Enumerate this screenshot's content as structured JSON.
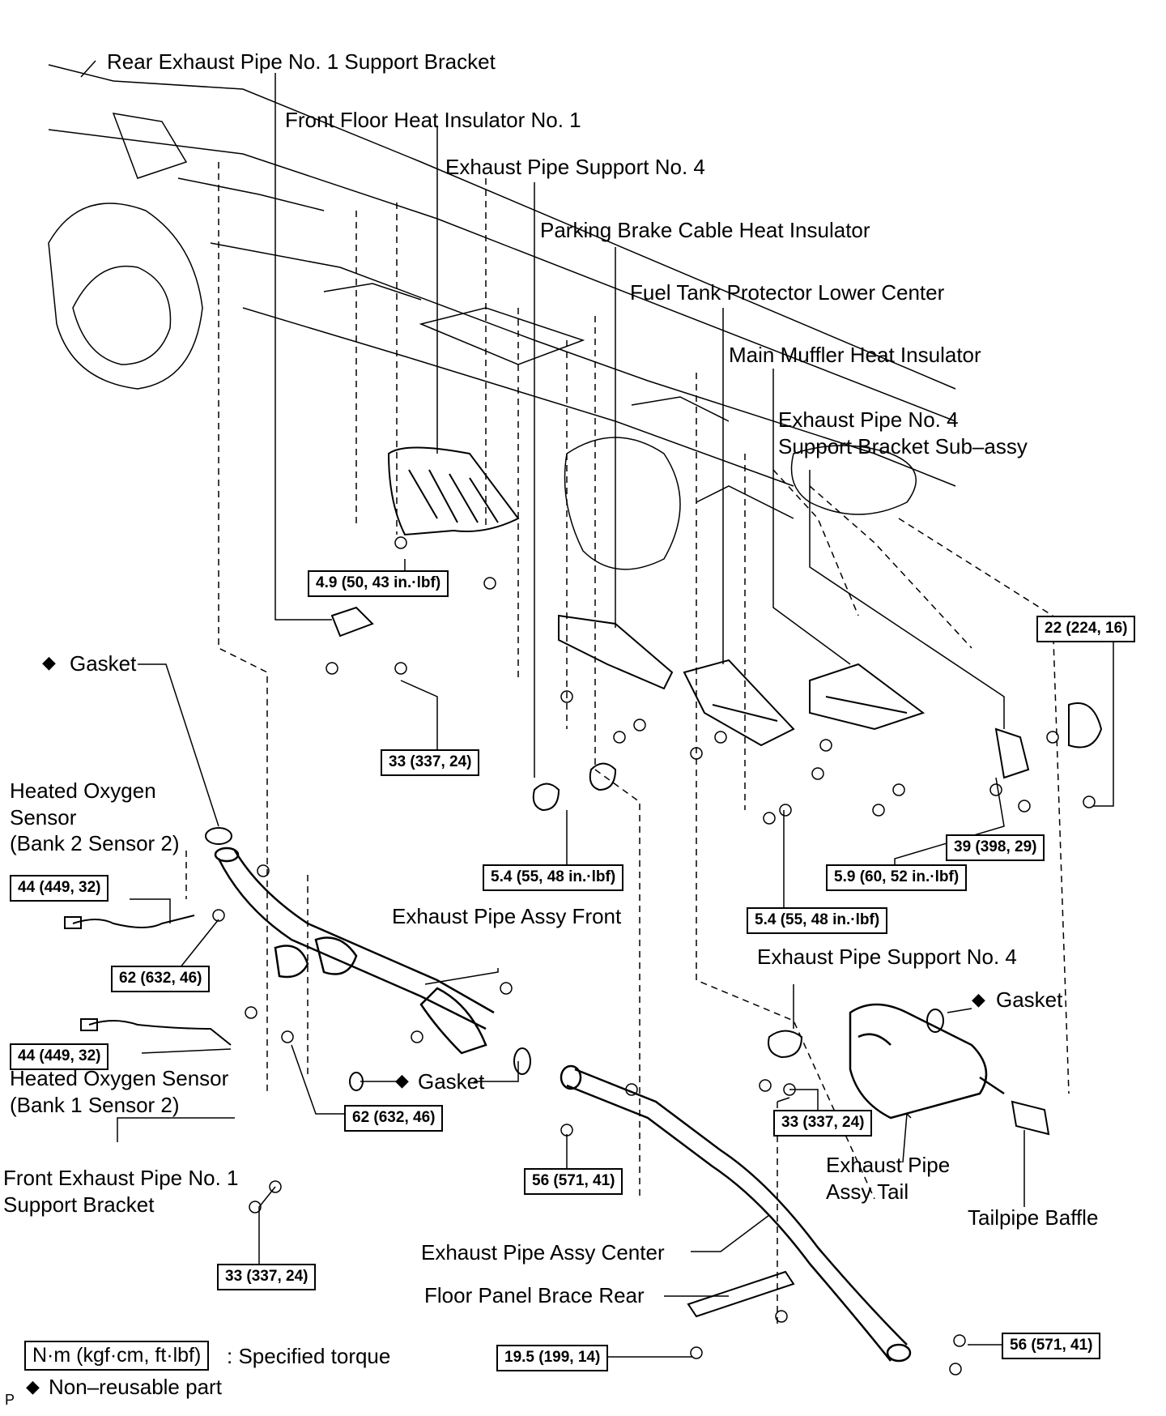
{
  "labels": {
    "rear_exhaust_pipe_no1_support_bracket": "Rear Exhaust Pipe No. 1 Support Bracket",
    "front_floor_heat_insulator_no1": "Front Floor Heat Insulator No. 1",
    "exhaust_pipe_support_no4_top": "Exhaust Pipe Support No. 4",
    "parking_brake_cable_heat_insulator": "Parking Brake Cable Heat Insulator",
    "fuel_tank_protector_lower_center": "Fuel Tank Protector Lower Center",
    "main_muffler_heat_insulator": "Main Muffler Heat Insulator",
    "exhaust_pipe_no4_support_bracket": "Exhaust Pipe No. 4\nSupport Bracket Sub–assy",
    "gasket_front": "Gasket",
    "heated_oxygen_sensor_bank2": "Heated Oxygen\nSensor\n(Bank 2 Sensor 2)",
    "heated_oxygen_sensor_bank1": "Heated Oxygen Sensor\n(Bank 1 Sensor 2)",
    "exhaust_pipe_assy_front": "Exhaust Pipe Assy Front",
    "gasket_middle": "Gasket",
    "exhaust_pipe_support_no4_right": "Exhaust Pipe Support No. 4",
    "gasket_right": "Gasket",
    "front_exhaust_pipe_no1_support_bracket": "Front Exhaust Pipe No. 1\nSupport Bracket",
    "exhaust_pipe_assy_tail": "Exhaust Pipe\nAssy Tail",
    "tailpipe_baffle": "Tailpipe Baffle",
    "exhaust_pipe_assy_center": "Exhaust Pipe Assy Center",
    "floor_panel_brace_rear": "Floor Panel Brace Rear"
  },
  "torques": {
    "t_4_9": "4.9 (50, 43 in.·lbf)",
    "t_33_a": "33 (337, 24)",
    "t_22": "22 (224, 16)",
    "t_44_a": "44 (449, 32)",
    "t_62_a": "62 (632, 46)",
    "t_5_4_a": "5.4 (55, 48 in.·lbf)",
    "t_39": "39 (398, 29)",
    "t_5_9": "5.9 (60, 52 in.·lbf)",
    "t_5_4_b": "5.4 (55, 48 in.·lbf)",
    "t_44_b": "44 (449, 32)",
    "t_62_b": "62 (632, 46)",
    "t_33_b": "33 (337, 24)",
    "t_56_a": "56 (571, 41)",
    "t_33_c": "33 (337, 24)",
    "t_19_5": "19.5 (199, 14)",
    "t_56_b": "56 (571, 41)"
  },
  "legend": {
    "unit_box": "N·m (kgf·cm, ft·lbf)",
    "unit_desc": ": Specified torque",
    "non_reusable": "Non–reusable part",
    "diamond_symbol": "◆"
  },
  "corner_mark": "P"
}
